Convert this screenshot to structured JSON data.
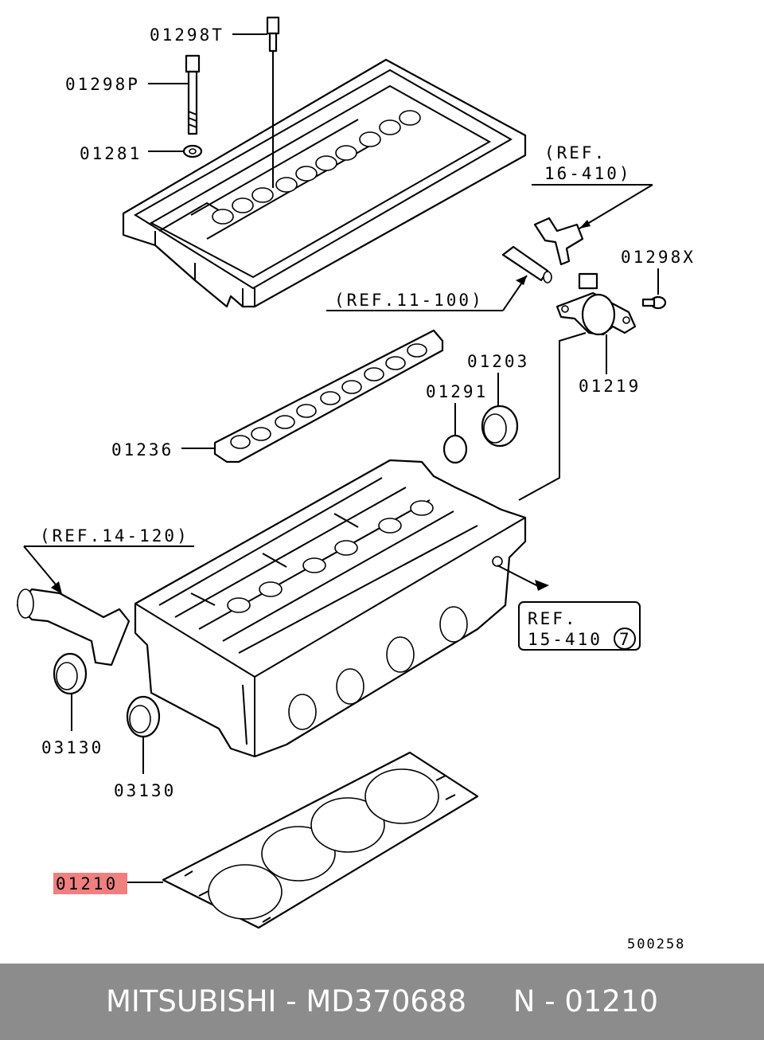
{
  "labels": {
    "p01298T": "01298T",
    "p01298P": "01298P",
    "p01281": "01281",
    "ref16_line1": "(REF.",
    "ref16_line2": "16-410)",
    "p01298X": "01298X",
    "ref11": "(REF.11-100)",
    "p01203": "01203",
    "p01291": "01291",
    "p01219": "01219",
    "p01236": "01236",
    "ref14": "(REF.14-120)",
    "ref15_line1": "REF.",
    "ref15_line2": "15-410",
    "ref15_circle": "7",
    "p03130_a": "03130",
    "p03130_b": "03130",
    "p01210": "01210",
    "diagram_code": "500258"
  },
  "colors": {
    "highlight": "#f08080",
    "footer_bg": "#8c8c8c",
    "footer_text": "#ffffff"
  },
  "footer": {
    "text": "MITSUBISHI - MD370688     N - 01210"
  }
}
